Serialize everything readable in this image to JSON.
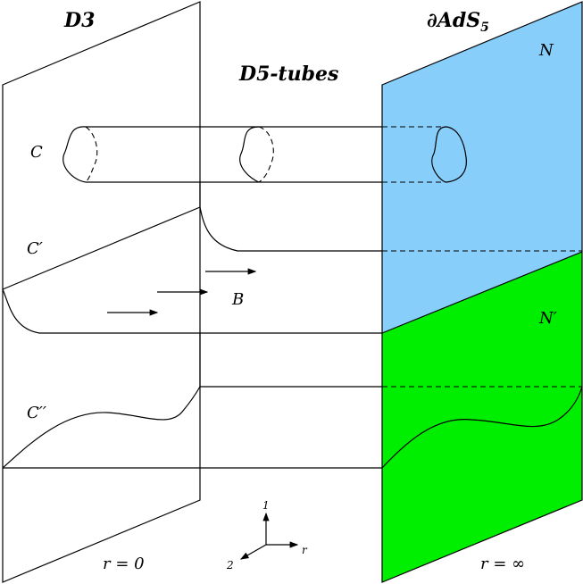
{
  "labels": {
    "d3": "D3",
    "ads": "∂AdS",
    "ads_sub": "5",
    "d5": "D5-tubes",
    "c": "C",
    "c1": "C′",
    "c2": "C′′",
    "n": "N",
    "n1": "N′",
    "b": "B",
    "r0": "r = 0",
    "rinf": "r = ∞",
    "axis1": "1",
    "axis2": "2",
    "axisr": "r"
  },
  "colors": {
    "upper_region": "#87CEFA",
    "lower_region": "#00EE00",
    "stroke": "#000000"
  }
}
